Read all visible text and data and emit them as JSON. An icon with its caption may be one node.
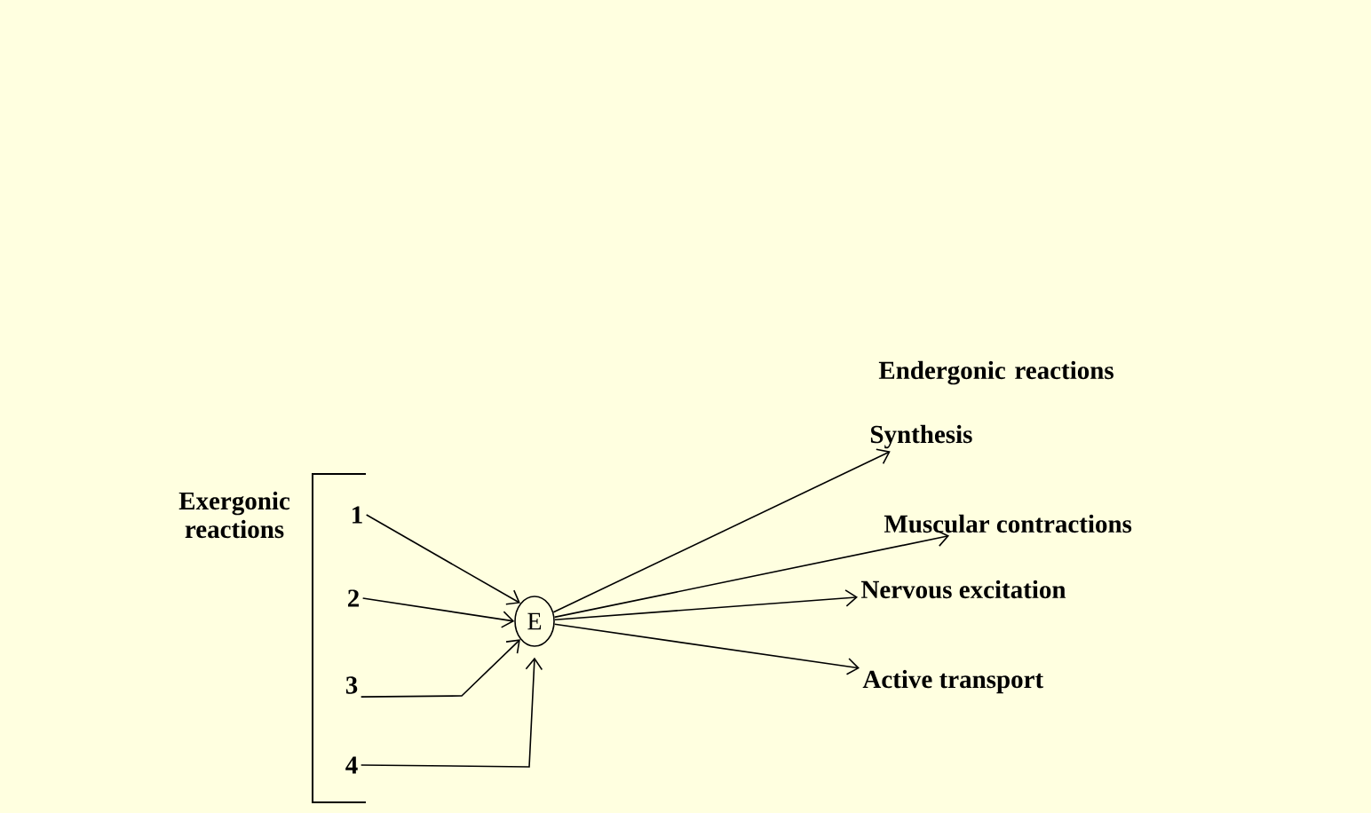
{
  "diagram": {
    "nodes": [
      {
        "text": [
          "1"
        ]
      },
      {
        "text": [
          "2"
        ]
      },
      {
        "text": [
          "3"
        ]
      },
      {
        "text": [
          "4"
        ]
      },
      {
        "text": [
          "E"
        ]
      },
      {
        "text": [
          "Synthesis"
        ]
      },
      {
        "text": [
          "Muscular contractions"
        ]
      },
      {
        "text": [
          "Nervous excitation"
        ]
      },
      {
        "text": [
          "Active transport"
        ]
      }
    ],
    "edges": [
      {
        "from": 0,
        "to": 4,
        "arrow": "to"
      },
      {
        "from": 1,
        "to": 4,
        "arrow": "to"
      },
      {
        "from": 2,
        "to": 4,
        "arrow": "to"
      },
      {
        "from": 3,
        "to": 4,
        "arrow": "to"
      },
      {
        "from": 4,
        "to": 5,
        "arrow": "to"
      },
      {
        "from": 4,
        "to": 6,
        "arrow": "to"
      },
      {
        "from": 4,
        "to": 7,
        "arrow": "to"
      },
      {
        "from": 4,
        "to": 8,
        "arrow": "to"
      }
    ],
    "labels": [
      "Exergonic reactions",
      "Endergonic reactions"
    ]
  }
}
